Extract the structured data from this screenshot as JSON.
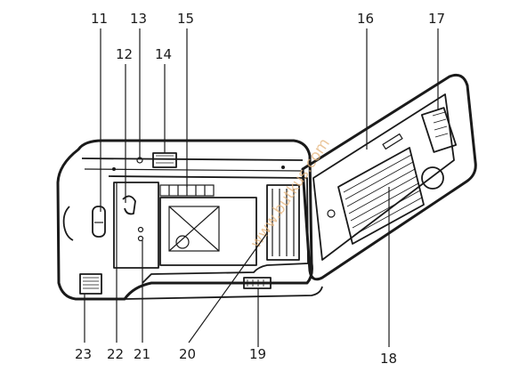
{
  "callouts": [
    {
      "id": "11",
      "label": "11"
    },
    {
      "id": "12",
      "label": "12"
    },
    {
      "id": "13",
      "label": "13"
    },
    {
      "id": "14",
      "label": "14"
    },
    {
      "id": "15",
      "label": "15"
    },
    {
      "id": "16",
      "label": "16"
    },
    {
      "id": "17",
      "label": "17"
    },
    {
      "id": "18",
      "label": "18"
    },
    {
      "id": "19",
      "label": "19"
    },
    {
      "id": "20",
      "label": "20"
    },
    {
      "id": "21",
      "label": "21"
    },
    {
      "id": "22",
      "label": "22"
    },
    {
      "id": "23",
      "label": "23"
    }
  ],
  "watermark": "www.butkus.com",
  "colors": {
    "ink": "#1a1a1a",
    "watermark": "#e5b37a",
    "background": "#ffffff"
  }
}
